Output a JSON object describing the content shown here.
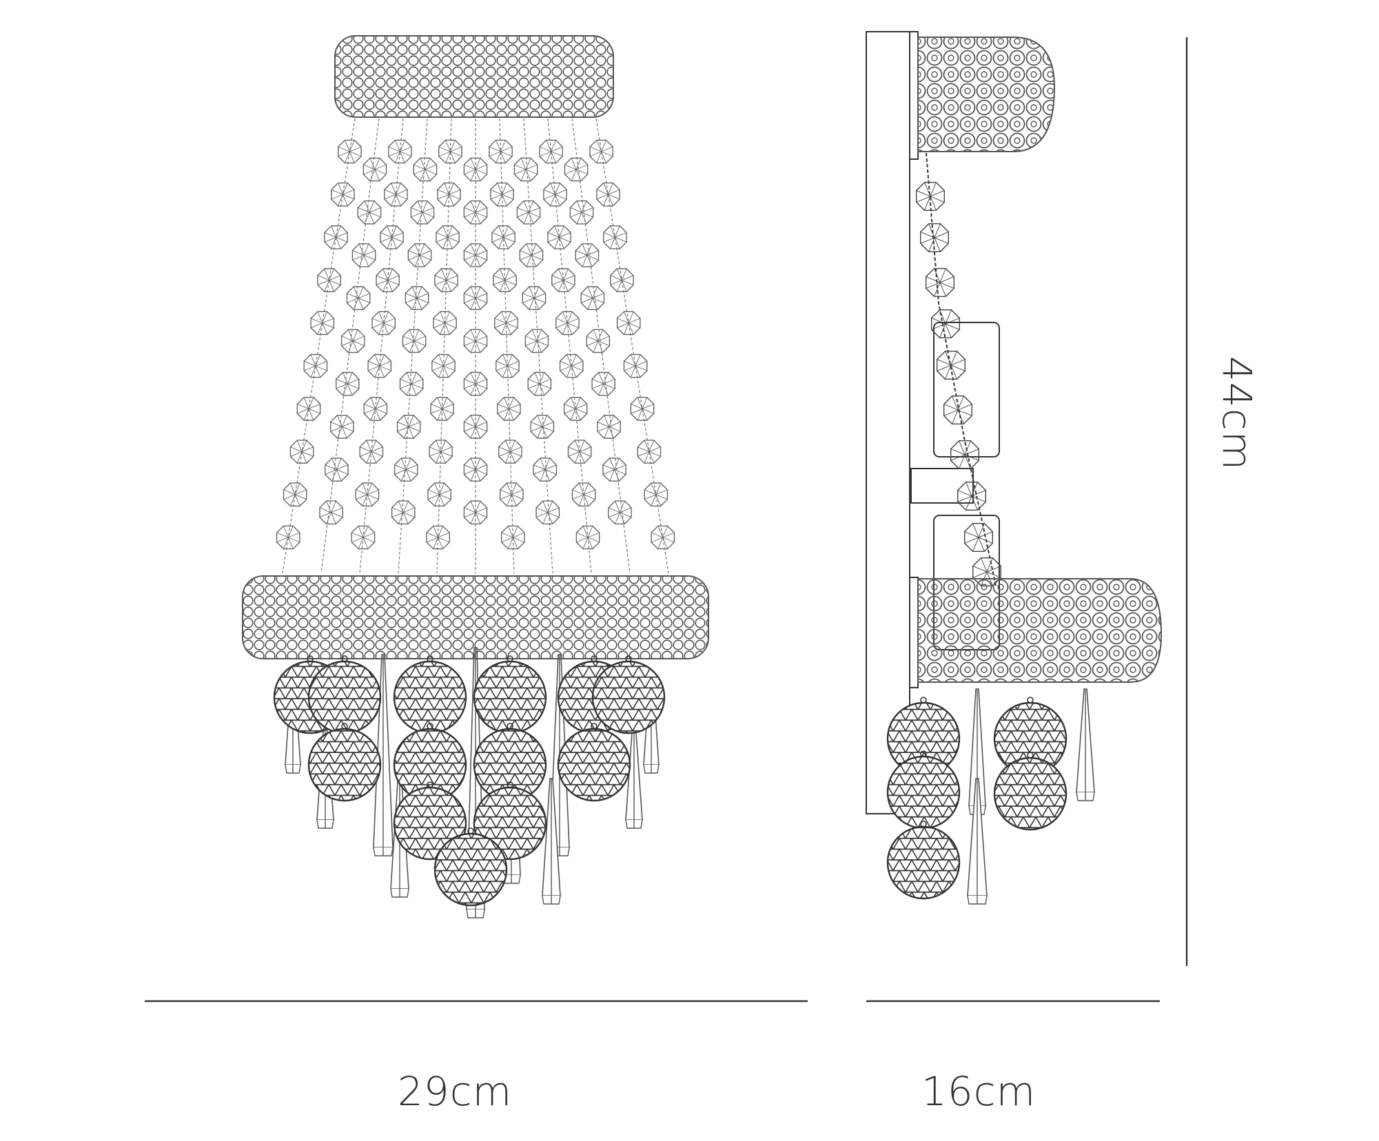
{
  "dimensions": {
    "width": "29cm",
    "depth": "16cm",
    "height": "44cm"
  },
  "colors": {
    "line": "#333333",
    "bead": "#555555",
    "crystal": "#666666",
    "background": "#ffffff"
  },
  "views": [
    "front-view",
    "side-view"
  ]
}
